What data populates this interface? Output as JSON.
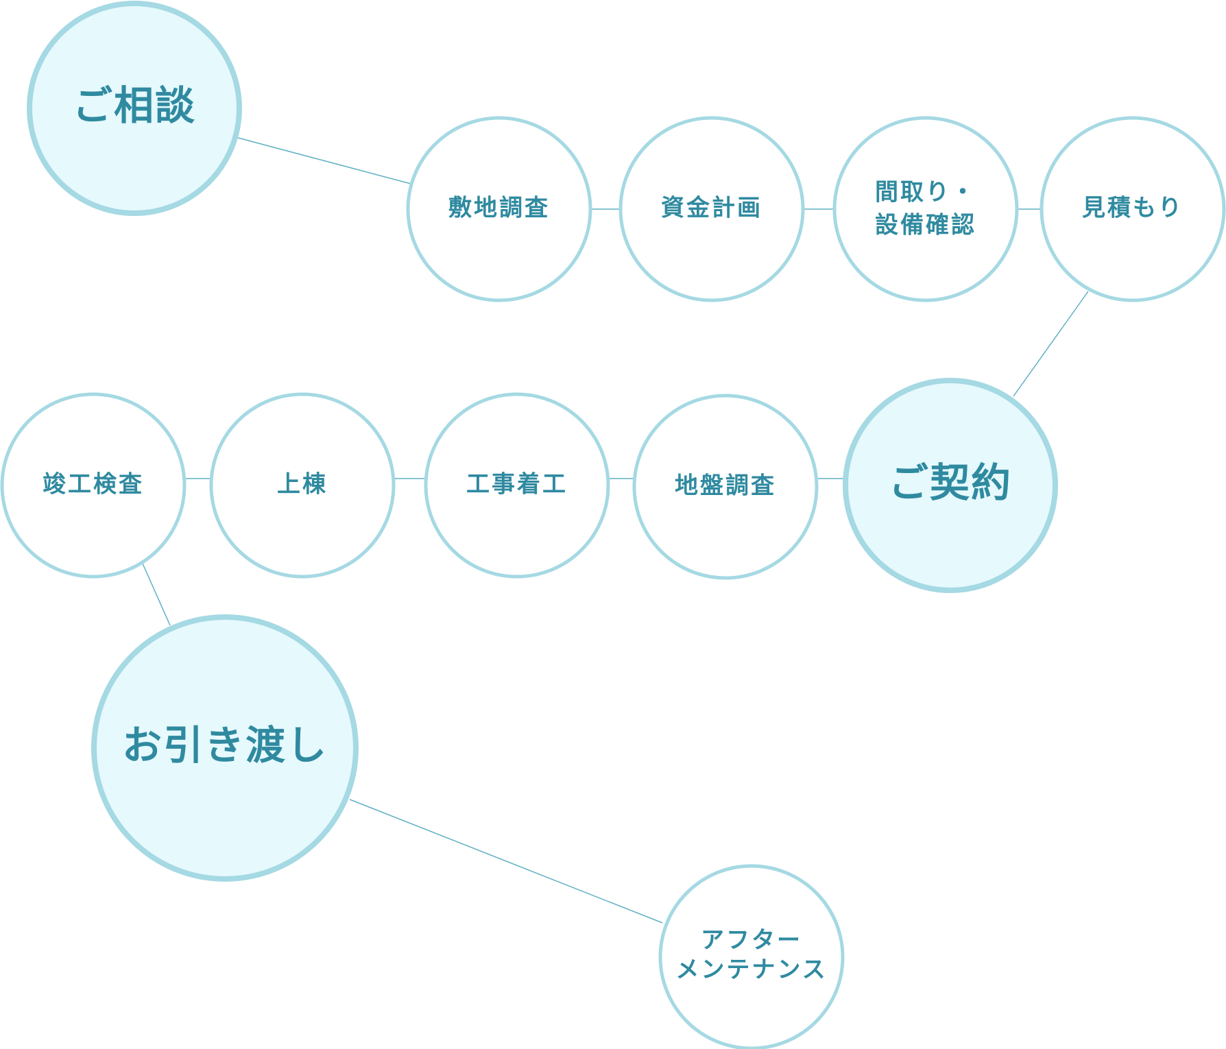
{
  "diagram": {
    "colors": {
      "line": "#5fb0c3",
      "circle_stroke": "#a5d9e3",
      "major_fill": "#e6f9fd",
      "text": "#2f8aa0"
    },
    "steps": {
      "consultation": "ご相談",
      "site_survey": "敷地調査",
      "funding_plan": "資金計画",
      "layout_line1": "間取り・",
      "layout_line2": "設備確認",
      "estimate": "見積もり",
      "contract": "ご契約",
      "ground_survey": "地盤調査",
      "construction_start": "工事着工",
      "framing": "上棟",
      "completion_inspection": "竣工検査",
      "handover": "お引き渡し",
      "aftercare_line1": "アフター",
      "aftercare_line2": "メンテナンス"
    }
  }
}
